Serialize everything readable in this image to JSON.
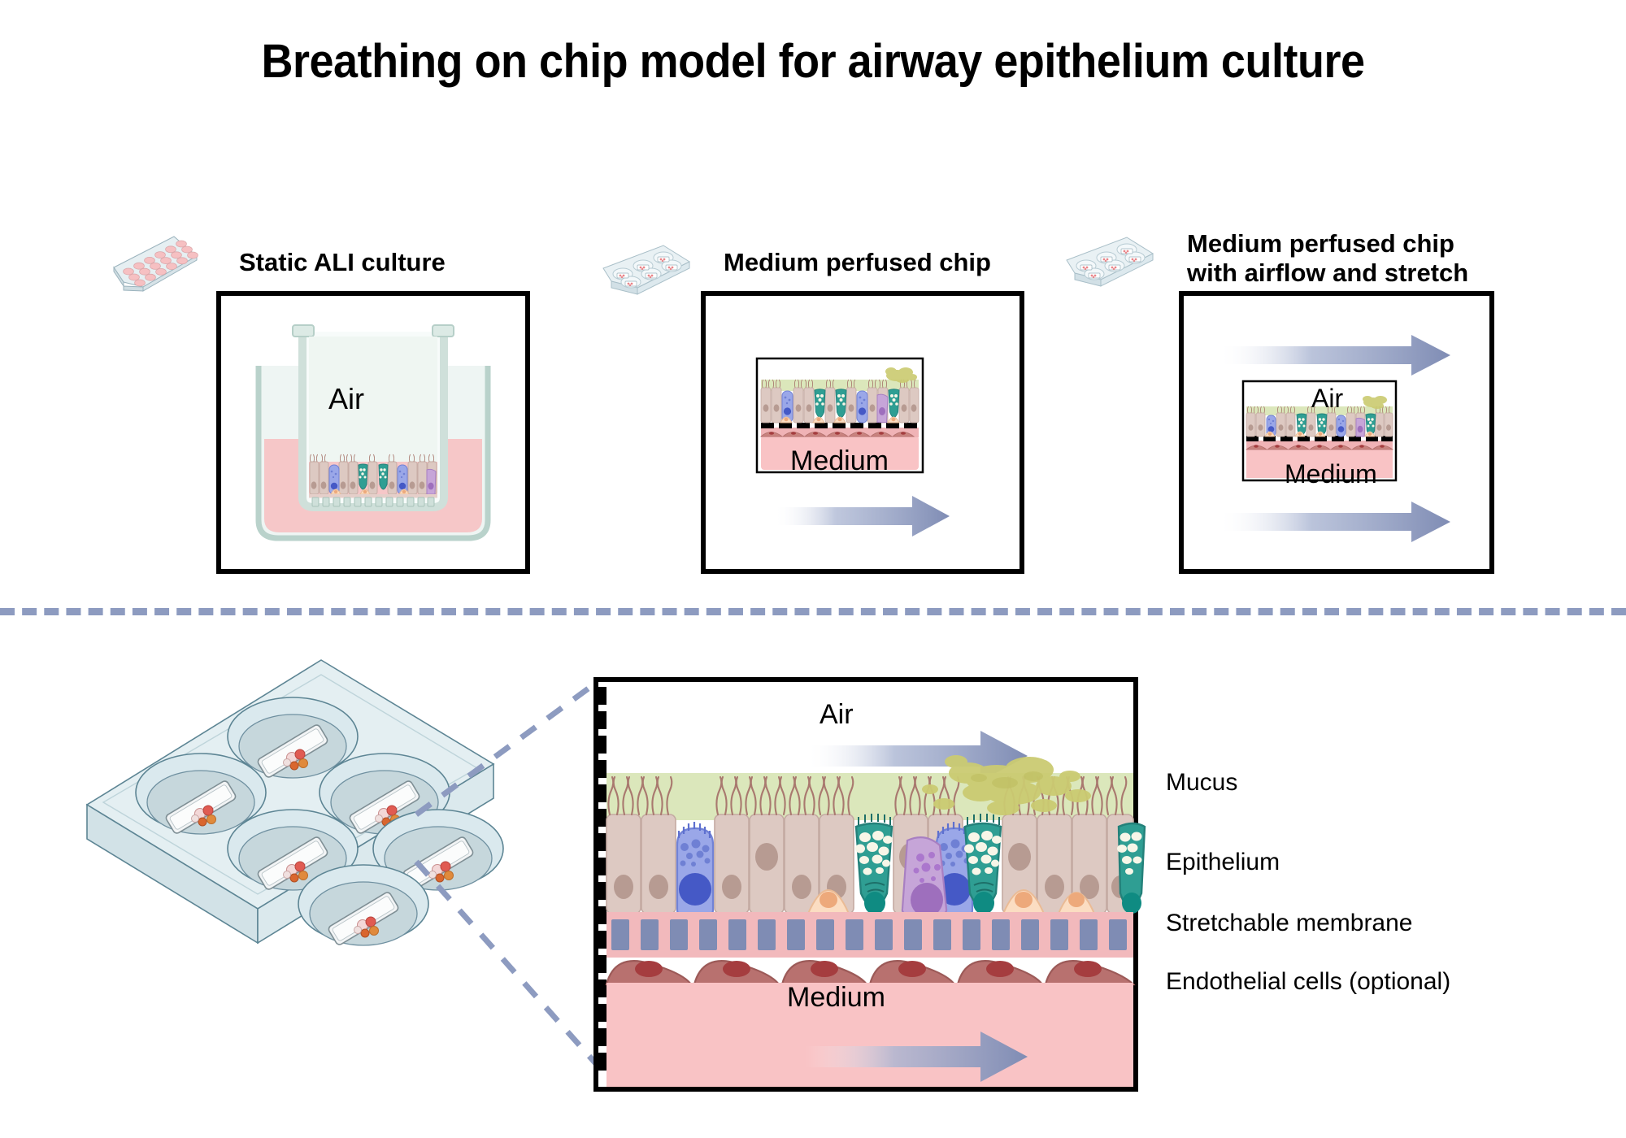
{
  "title": "Breathing on chip model for airway epithelium culture",
  "panels": [
    {
      "id": "static-ali",
      "label": "Static ALI culture",
      "plate_icon": "24-well-plate-icon",
      "inner_texts": {
        "air": "Air"
      }
    },
    {
      "id": "medium-perfused-chip",
      "label": "Medium perfused chip",
      "plate_icon": "6-well-chip-plate-icon",
      "inner_texts": {
        "medium": "Medium"
      }
    },
    {
      "id": "medium-perfused-chip-airflow-stretch",
      "label": "Medium perfused chip\nwith airflow and stretch",
      "plate_icon": "6-well-chip-plate-icon",
      "inner_texts": {
        "air": "Air",
        "medium": "Medium"
      }
    }
  ],
  "detail": {
    "plate_icon": "isometric-6-well-plate-with-chips",
    "air_label": "Air",
    "medium_label": "Medium",
    "layer_labels": [
      "Mucus",
      "Epithelium",
      "Stretchable membrane",
      "Endothelial cells (optional)"
    ]
  },
  "colors": {
    "divider": "#8d9bc0",
    "arrow": "#7f8cb4",
    "mucus_layer": "#dbe7bb",
    "mucus_blob": "#cbcb72",
    "medium": "#f9c3c5",
    "epithelial_cell": "#ddc9c2",
    "epithelial_nucleus": "#b79b92",
    "club_cell": "#9aa7e8",
    "club_nucleus": "#4559c6",
    "goblet_cell": "#2f9e93",
    "goblet_vesicle": "#f7f6e8",
    "basal_cell": "#fbddc2",
    "basal_nucleus": "#eda97b",
    "purple_cell": "#c6a5d8",
    "purple_nucleus": "#9e6fbd",
    "membrane_band": "#f2b9bc",
    "membrane_pore": "#7f8cb4",
    "endothelial_cell": "#b8716f",
    "endothelial_nucleus": "#a53d3f",
    "plate_plastic": "#e3edf0",
    "plate_stroke": "#4e7585",
    "transwell": "#cfe0da",
    "air_space": "#eff6f2",
    "well_pink": "#f6c7c8",
    "cilia": "#a9796f"
  }
}
